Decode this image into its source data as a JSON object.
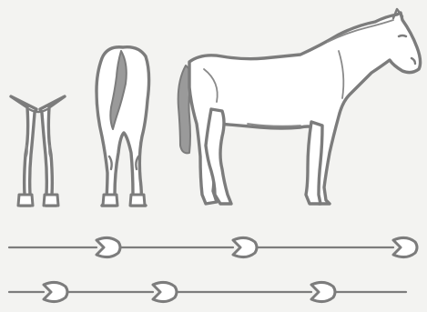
{
  "figure": {
    "views": [
      "front-legs-view",
      "rear-view",
      "side-view"
    ],
    "hoofprint_rows": [
      {
        "row": "upper",
        "prints": 3
      },
      {
        "row": "lower",
        "prints": 3
      }
    ],
    "line_color": "#7c7c7c",
    "background_color": "#f3f3f1"
  }
}
